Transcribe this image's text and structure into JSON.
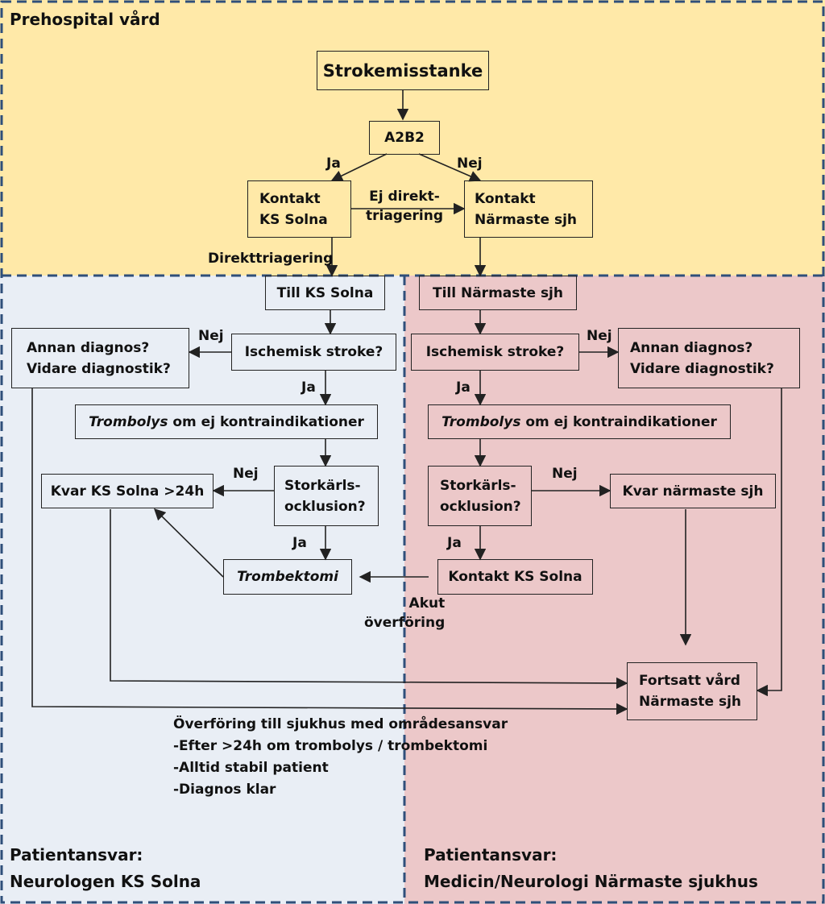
{
  "zones": {
    "prehospital": "Prehospital vård",
    "left_responsibility": "Patientansvar:\nNeurologen KS Solna",
    "right_responsibility": "Patientansvar:\nMedicin/Neurologi Närmaste sjukhus"
  },
  "nodes": {
    "strokemisstanke": "Strokemisstanke",
    "a2b2": "A2B2",
    "kontakt_ks_solna": "Kontakt\nKS Solna",
    "kontakt_narmaste": "Kontakt\nNärmaste sjh",
    "till_ks_solna": "Till KS Solna",
    "till_narmaste": "Till Närmaste sjh",
    "ischemisk_left": "Ischemisk stroke?",
    "ischemisk_right": "Ischemisk stroke?",
    "annan_left": "Annan diagnos?\nVidare diagnostik?",
    "annan_right": "Annan diagnos?\nVidare diagnostik?",
    "trombolys_left_em": "Trombolys",
    "trombolys_left_rest": " om ej kontraindikationer",
    "trombolys_right_em": "Trombolys",
    "trombolys_right_rest": " om ej kontraindikationer",
    "storkarl_left": "Storkärls-\nocklusion?",
    "storkarl_right": "Storkärls-\nocklusion?",
    "kvar_ks_solna": "Kvar KS Solna >24h",
    "kvar_narmaste": "Kvar närmaste sjh",
    "trombektomi": "Trombektomi",
    "kontakt_ks_solna_2": "Kontakt KS Solna",
    "fortsatt_vard": "Fortsatt vård\nNärmaste sjh"
  },
  "edge_labels": {
    "ja_a2b2": "Ja",
    "nej_a2b2": "Nej",
    "ej_direkt": "Ej direkt-\ntriagering",
    "direkttriagering": "Direkttriagering",
    "nej_isch_left": "Nej",
    "nej_isch_right": "Nej",
    "ja_isch_left": "Ja",
    "ja_isch_right": "Ja",
    "nej_stork_left": "Nej",
    "nej_stork_right": "Nej",
    "ja_stork_left": "Ja",
    "ja_stork_right": "Ja",
    "akut_overforing": "Akut\növerföring"
  },
  "transfer_note": "Överföring till sjukhus med områdesansvar\n-Efter >24h om trombolys / trombektomi\n-Alltid stabil patient\n-Diagnos klar",
  "colors": {
    "prehospital_bg": "#FFE9A8",
    "left_bg": "#E9EEF5",
    "right_bg": "#ECC8C9",
    "divider": "#2F4F7A",
    "line": "#222222"
  }
}
